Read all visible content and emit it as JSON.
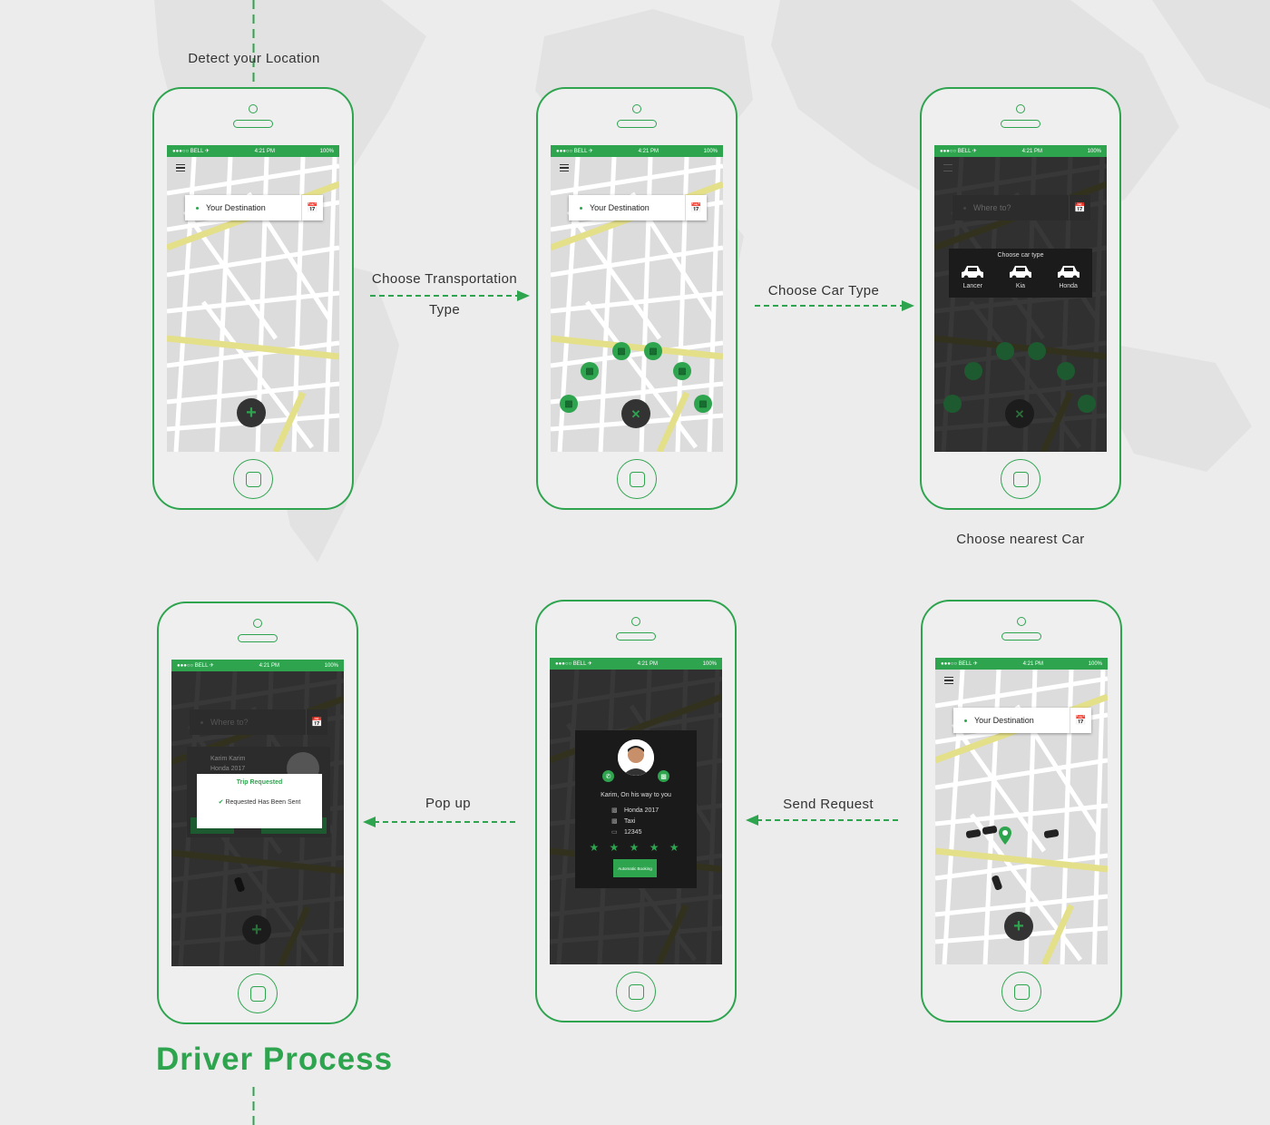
{
  "labels": {
    "detect": "Detect your Location",
    "transport_line1": "Choose Transportation",
    "transport_line2": "Type",
    "car_type": "Choose Car Type",
    "nearest_car": "Choose nearest Car",
    "send_request": "Send Request",
    "popup": "Pop up"
  },
  "title": "Driver Process",
  "status_bar": {
    "carrier": "●●●○○ BELL ✈",
    "time": "4:21 PM",
    "battery": "100%"
  },
  "search": {
    "destination": "Your Destination",
    "where": "Where to?"
  },
  "car_type_popup": {
    "heading": "Choose car type",
    "options": [
      "Lancer",
      "Kia",
      "Honda"
    ]
  },
  "driver_popup": {
    "message": "Karim, On his way to you",
    "car": "Honda 2017",
    "type": "Taxi",
    "plate": "12345",
    "stars": "★ ★ ★ ★ ★",
    "button": "Automatic Booking"
  },
  "trip_popup": {
    "driver_name": "Karim Karim",
    "driver_car": "Honda 2017",
    "title": "Trip Requested",
    "message": "Requested Has Been Sent"
  },
  "icons": {
    "menu": "hamburger-icon",
    "calendar": "calendar-icon",
    "plus": "plus-icon",
    "close": "close-icon",
    "car": "car-icon",
    "phone": "phone-icon"
  },
  "colors": {
    "accent": "#2ea44f",
    "background": "#ececec",
    "dark_overlay": "#1a1a1a"
  }
}
